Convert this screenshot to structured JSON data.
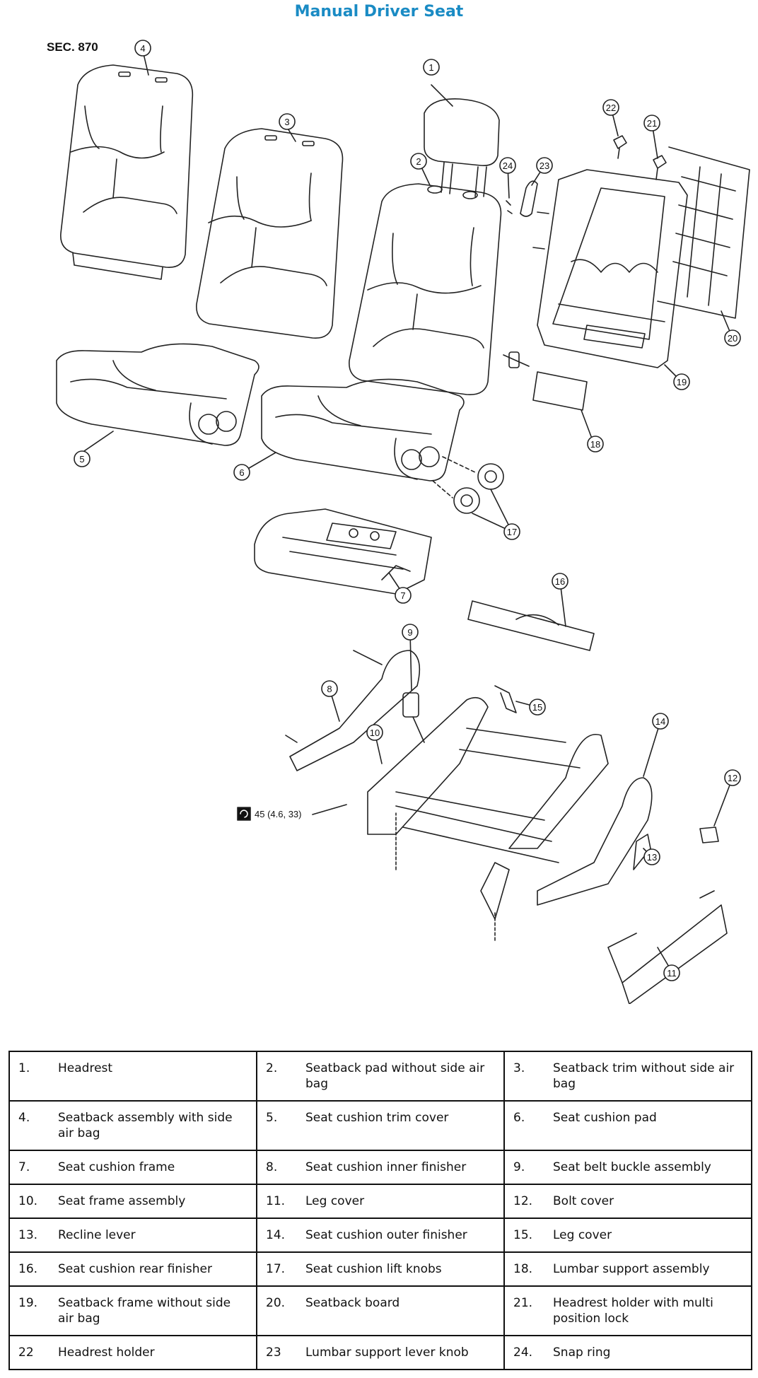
{
  "title": "Manual Driver Seat",
  "diagram": {
    "section_label": "SEC. 870",
    "torque_label": "45 (4.6, 33)",
    "callouts": [
      "1",
      "2",
      "3",
      "4",
      "5",
      "6",
      "7",
      "8",
      "9",
      "10",
      "11",
      "12",
      "13",
      "14",
      "15",
      "16",
      "17",
      "18",
      "19",
      "20",
      "21",
      "22",
      "23",
      "24"
    ]
  },
  "parts_table": [
    [
      {
        "num": "1.",
        "label": "Headrest"
      },
      {
        "num": "2.",
        "label": "Seatback pad without side air bag"
      },
      {
        "num": "3.",
        "label": "Seatback trim without side air bag"
      }
    ],
    [
      {
        "num": "4.",
        "label": "Seatback assembly with side air bag"
      },
      {
        "num": "5.",
        "label": "Seat cushion trim cover"
      },
      {
        "num": "6.",
        "label": "Seat cushion pad"
      }
    ],
    [
      {
        "num": "7.",
        "label": "Seat cushion frame"
      },
      {
        "num": "8.",
        "label": "Seat cushion inner finisher"
      },
      {
        "num": "9.",
        "label": "Seat belt buckle assembly"
      }
    ],
    [
      {
        "num": "10.",
        "label": "Seat frame assembly"
      },
      {
        "num": "11.",
        "label": "Leg cover"
      },
      {
        "num": "12.",
        "label": "Bolt cover"
      }
    ],
    [
      {
        "num": "13.",
        "label": "Recline lever"
      },
      {
        "num": "14.",
        "label": "Seat cushion outer finisher"
      },
      {
        "num": "15.",
        "label": "Leg cover"
      }
    ],
    [
      {
        "num": "16.",
        "label": "Seat cushion rear finisher"
      },
      {
        "num": "17.",
        "label": "Seat cushion lift knobs"
      },
      {
        "num": "18.",
        "label": "Lumbar support assembly"
      }
    ],
    [
      {
        "num": "19.",
        "label": "Seatback frame without side air bag"
      },
      {
        "num": "20.",
        "label": "Seatback board"
      },
      {
        "num": "21.",
        "label": "Headrest holder with multi position lock"
      }
    ],
    [
      {
        "num": "22",
        "label": "Headrest holder"
      },
      {
        "num": "23",
        "label": "Lumbar support lever knob"
      },
      {
        "num": "24.",
        "label": "Snap ring"
      }
    ]
  ]
}
